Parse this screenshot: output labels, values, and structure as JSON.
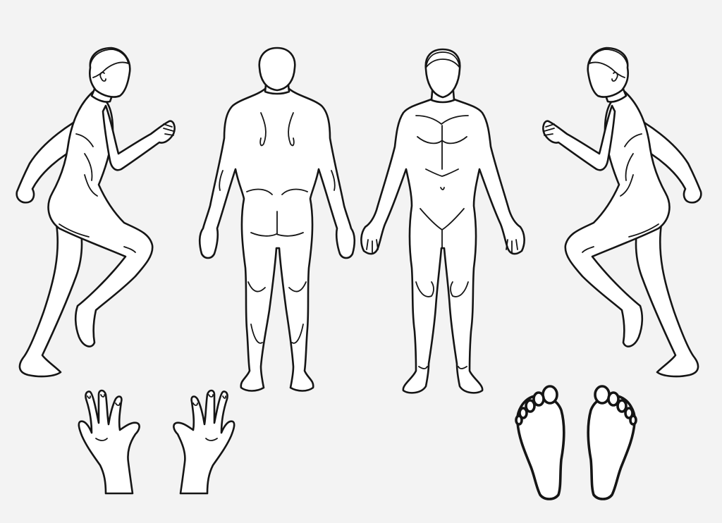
{
  "colors": {
    "paper": "#f3f3f3",
    "ink": "#151515",
    "fill": "#ffffff"
  },
  "figures": [
    {
      "id": "side-left",
      "view": "side",
      "facing": "right"
    },
    {
      "id": "back",
      "view": "back"
    },
    {
      "id": "front",
      "view": "front"
    },
    {
      "id": "side-right",
      "view": "side",
      "facing": "left"
    }
  ],
  "extras": [
    "left-hand",
    "right-hand",
    "left-sole",
    "right-sole"
  ]
}
